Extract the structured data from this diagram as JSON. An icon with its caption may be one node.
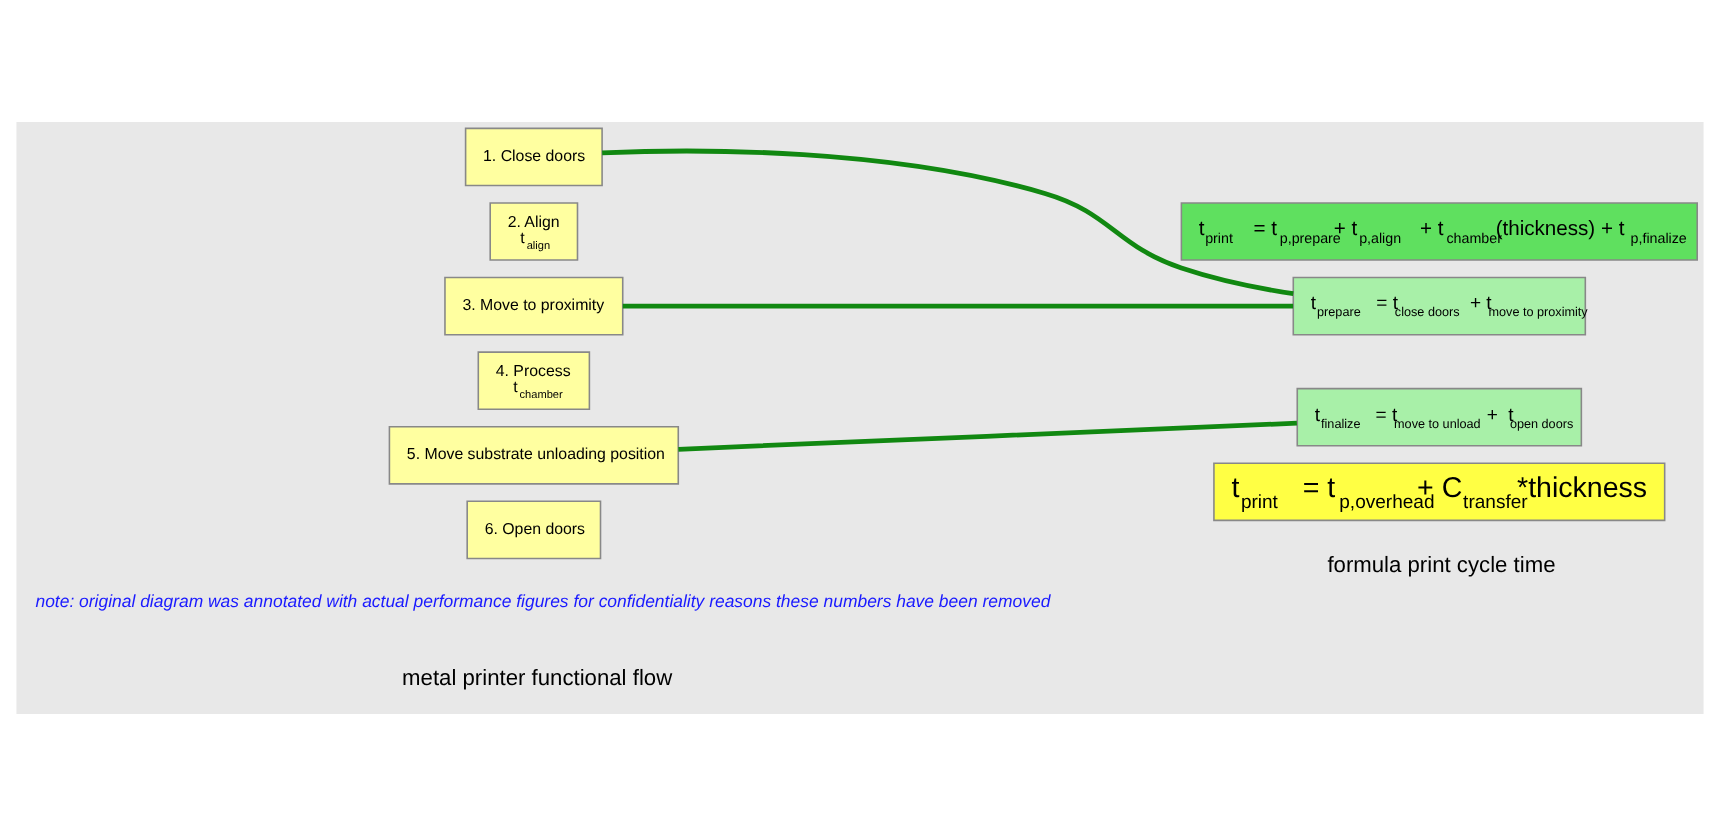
{
  "diagram": {
    "nodes": [
      {
        "text": [
          "1. Close doors"
        ]
      },
      {
        "text": [
          "2. Align",
          "t$_{align}$"
        ]
      },
      {
        "text": [
          "3. Move to proximity"
        ]
      },
      {
        "text": [
          "4. Process",
          "t$_{chamber}$"
        ]
      },
      {
        "text": [
          "5. Move substrate unloading position"
        ]
      },
      {
        "text": [
          "6. Open doors"
        ]
      },
      {
        "text": [
          "t$_{print}$ = t$_{p,prepare}$+ t$_{p,align}$ + t$_{chamber}$(thickness) + t$_{p,finalize}$"
        ]
      },
      {
        "text": [
          "t$_{prepare}$ = t$_{close doors}$ + t$_{move to proximity}$"
        ]
      },
      {
        "text": [
          "t$_{finalize}$ = t$_{move to unload}$ +  t$_{open doors}$"
        ]
      },
      {
        "text": [
          "t$_{print}$ = t$_{p,overhead}$+ C$_{transfer}$*thickness"
        ]
      }
    ],
    "edges": [
      {
        "from": 0,
        "to": 7,
        "arrow": "none"
      },
      {
        "from": 2,
        "to": 7,
        "arrow": "none"
      },
      {
        "from": 4,
        "to": 8,
        "arrow": "none"
      }
    ],
    "labels": [
      "note: original diagram was annotated with actual performance figures for confidentiality reasons these numbers have been removed",
      "metal printer functional flow",
      "formula print cycle time"
    ]
  }
}
